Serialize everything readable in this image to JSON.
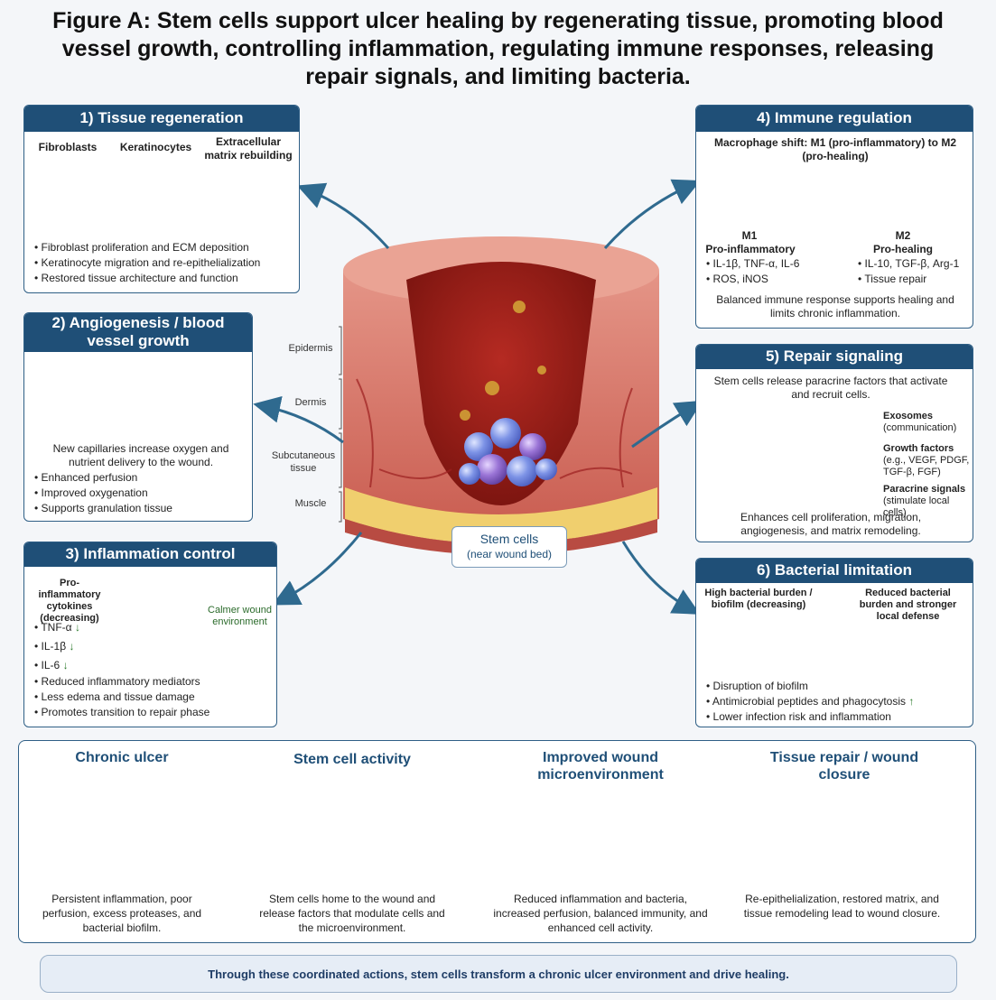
{
  "title": "Figure A: Stem cells support ulcer healing by regenerating tissue, promoting blood vessel growth, controlling inflammation, regulating immune responses, releasing repair signals, and limiting bacteria.",
  "center": {
    "stem_label": "Stem cells",
    "stem_sub": "(near wound bed)",
    "layers": [
      "Epidermis",
      "Dermis",
      "Subcutaneous tissue",
      "Muscle"
    ]
  },
  "p1": {
    "header": "1) Tissue regeneration",
    "labels": [
      "Fibroblasts",
      "Keratinocytes",
      "Extracellular matrix rebuilding"
    ],
    "bullets": [
      "Fibroblast proliferation and ECM deposition",
      "Keratinocyte migration and re-epithelialization",
      "Restored tissue architecture and function"
    ]
  },
  "p2": {
    "header": "2) Angiogenesis / blood vessel growth",
    "desc": "New capillaries increase oxygen and nutrient delivery to the wound.",
    "bullets": [
      "Enhanced perfusion",
      "Improved oxygenation",
      "Supports granulation tissue"
    ]
  },
  "p3": {
    "header": "3) Inflammation control",
    "cyto_title": "Pro-inflammatory cytokines (decreasing)",
    "cytokines": [
      "TNF-α",
      "IL-1β",
      "IL-6"
    ],
    "down_arrow": "↓",
    "calmer": "Calmer wound environment",
    "bullets": [
      "Reduced inflammatory mediators",
      "Less edema and tissue damage",
      "Promotes transition to repair phase"
    ]
  },
  "p4": {
    "header": "4) Immune regulation",
    "subtitle": "Macrophage shift: M1 (pro-inflammatory) to M2 (pro-healing)",
    "m1_name": "M1",
    "m1_role": "Pro-inflammatory",
    "m1_items": [
      "IL-1β, TNF-α, IL-6",
      "ROS, iNOS"
    ],
    "m2_name": "M2",
    "m2_role": "Pro-healing",
    "m2_items": [
      "IL-10, TGF-β, Arg-1",
      "Tissue repair"
    ],
    "note": "Balanced immune response supports healing and limits chronic inflammation."
  },
  "p5": {
    "header": "5) Repair signaling",
    "subtitle": "Stem cells release paracrine factors that activate and recruit cells.",
    "legend": [
      {
        "name": "Exosomes",
        "desc": "(communication)",
        "color": "#b48ad6"
      },
      {
        "name": "Growth factors",
        "desc": "(e.g., VEGF, PDGF, TGF-β, FGF)",
        "color": "#4a8fd4"
      },
      {
        "name": "Paracrine signals",
        "desc": "(stimulate local cells)",
        "color": "#c04fb8"
      }
    ],
    "note": "Enhances cell proliferation, migration, angiogenesis, and matrix remodeling."
  },
  "p6": {
    "header": "6) Bacterial limitation",
    "left_label": "High bacterial burden / biofilm (decreasing)",
    "right_label": "Reduced bacterial burden and stronger local defense",
    "bullets": [
      "Disruption of biofilm",
      "Antimicrobial peptides and phagocytosis",
      "Lower infection risk and inflammation"
    ],
    "up_arrow": "↑"
  },
  "steps": [
    {
      "title": "Chronic ulcer",
      "desc": "Persistent inflammation, poor perfusion, excess proteases, and bacterial biofilm."
    },
    {
      "title": "Stem cell activity",
      "desc": "Stem cells home to the wound and release factors that modulate cells and the microenvironment."
    },
    {
      "title": "Improved wound microenvironment",
      "desc": "Reduced inflammation and bacteria, increased perfusion, balanced immunity, and enhanced cell activity."
    },
    {
      "title": "Tissue repair / wound closure",
      "desc": "Re-epithelialization, restored matrix, and tissue remodeling lead to wound closure."
    }
  ],
  "footer": "Through these coordinated actions, stem cells transform a chronic ulcer environment and drive healing.",
  "colors": {
    "navy": "#1f4f77",
    "tissue": "#d9766b",
    "wound": "#9e1f1a",
    "fat": "#f0cf6e",
    "stem": "#6f86e0"
  }
}
